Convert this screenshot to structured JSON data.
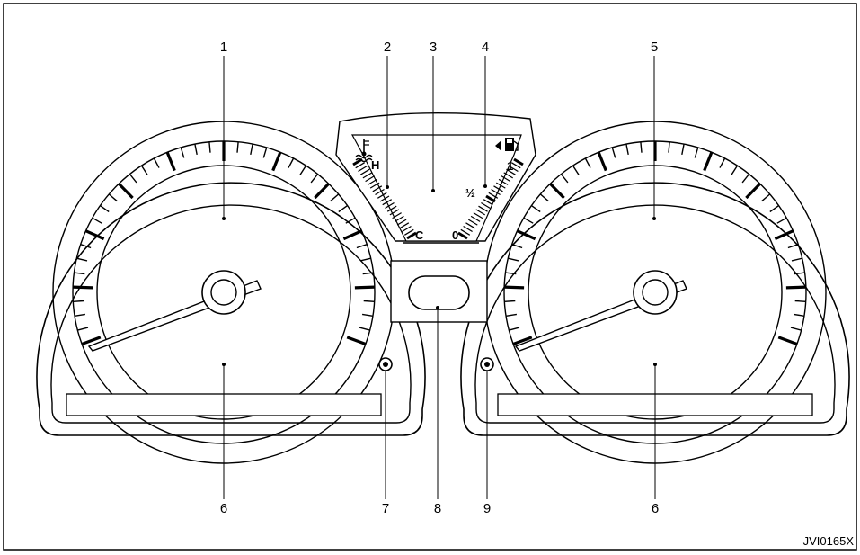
{
  "figure_code": "JVI0165X",
  "callouts": {
    "c1": "1",
    "c2": "2",
    "c3": "3",
    "c4": "4",
    "c5": "5",
    "c6a": "6",
    "c6b": "6",
    "c7": "7",
    "c8": "8",
    "c9": "9"
  },
  "temp_gauge": {
    "hot_label": "H",
    "cold_label": "C",
    "icon": "coolant-temperature-icon"
  },
  "fuel_gauge": {
    "full_label": "1",
    "half_label": "½",
    "empty_label": "0",
    "icon": "fuel-pump-icon",
    "arrow_icon": "fuel-door-side-arrow-icon"
  }
}
